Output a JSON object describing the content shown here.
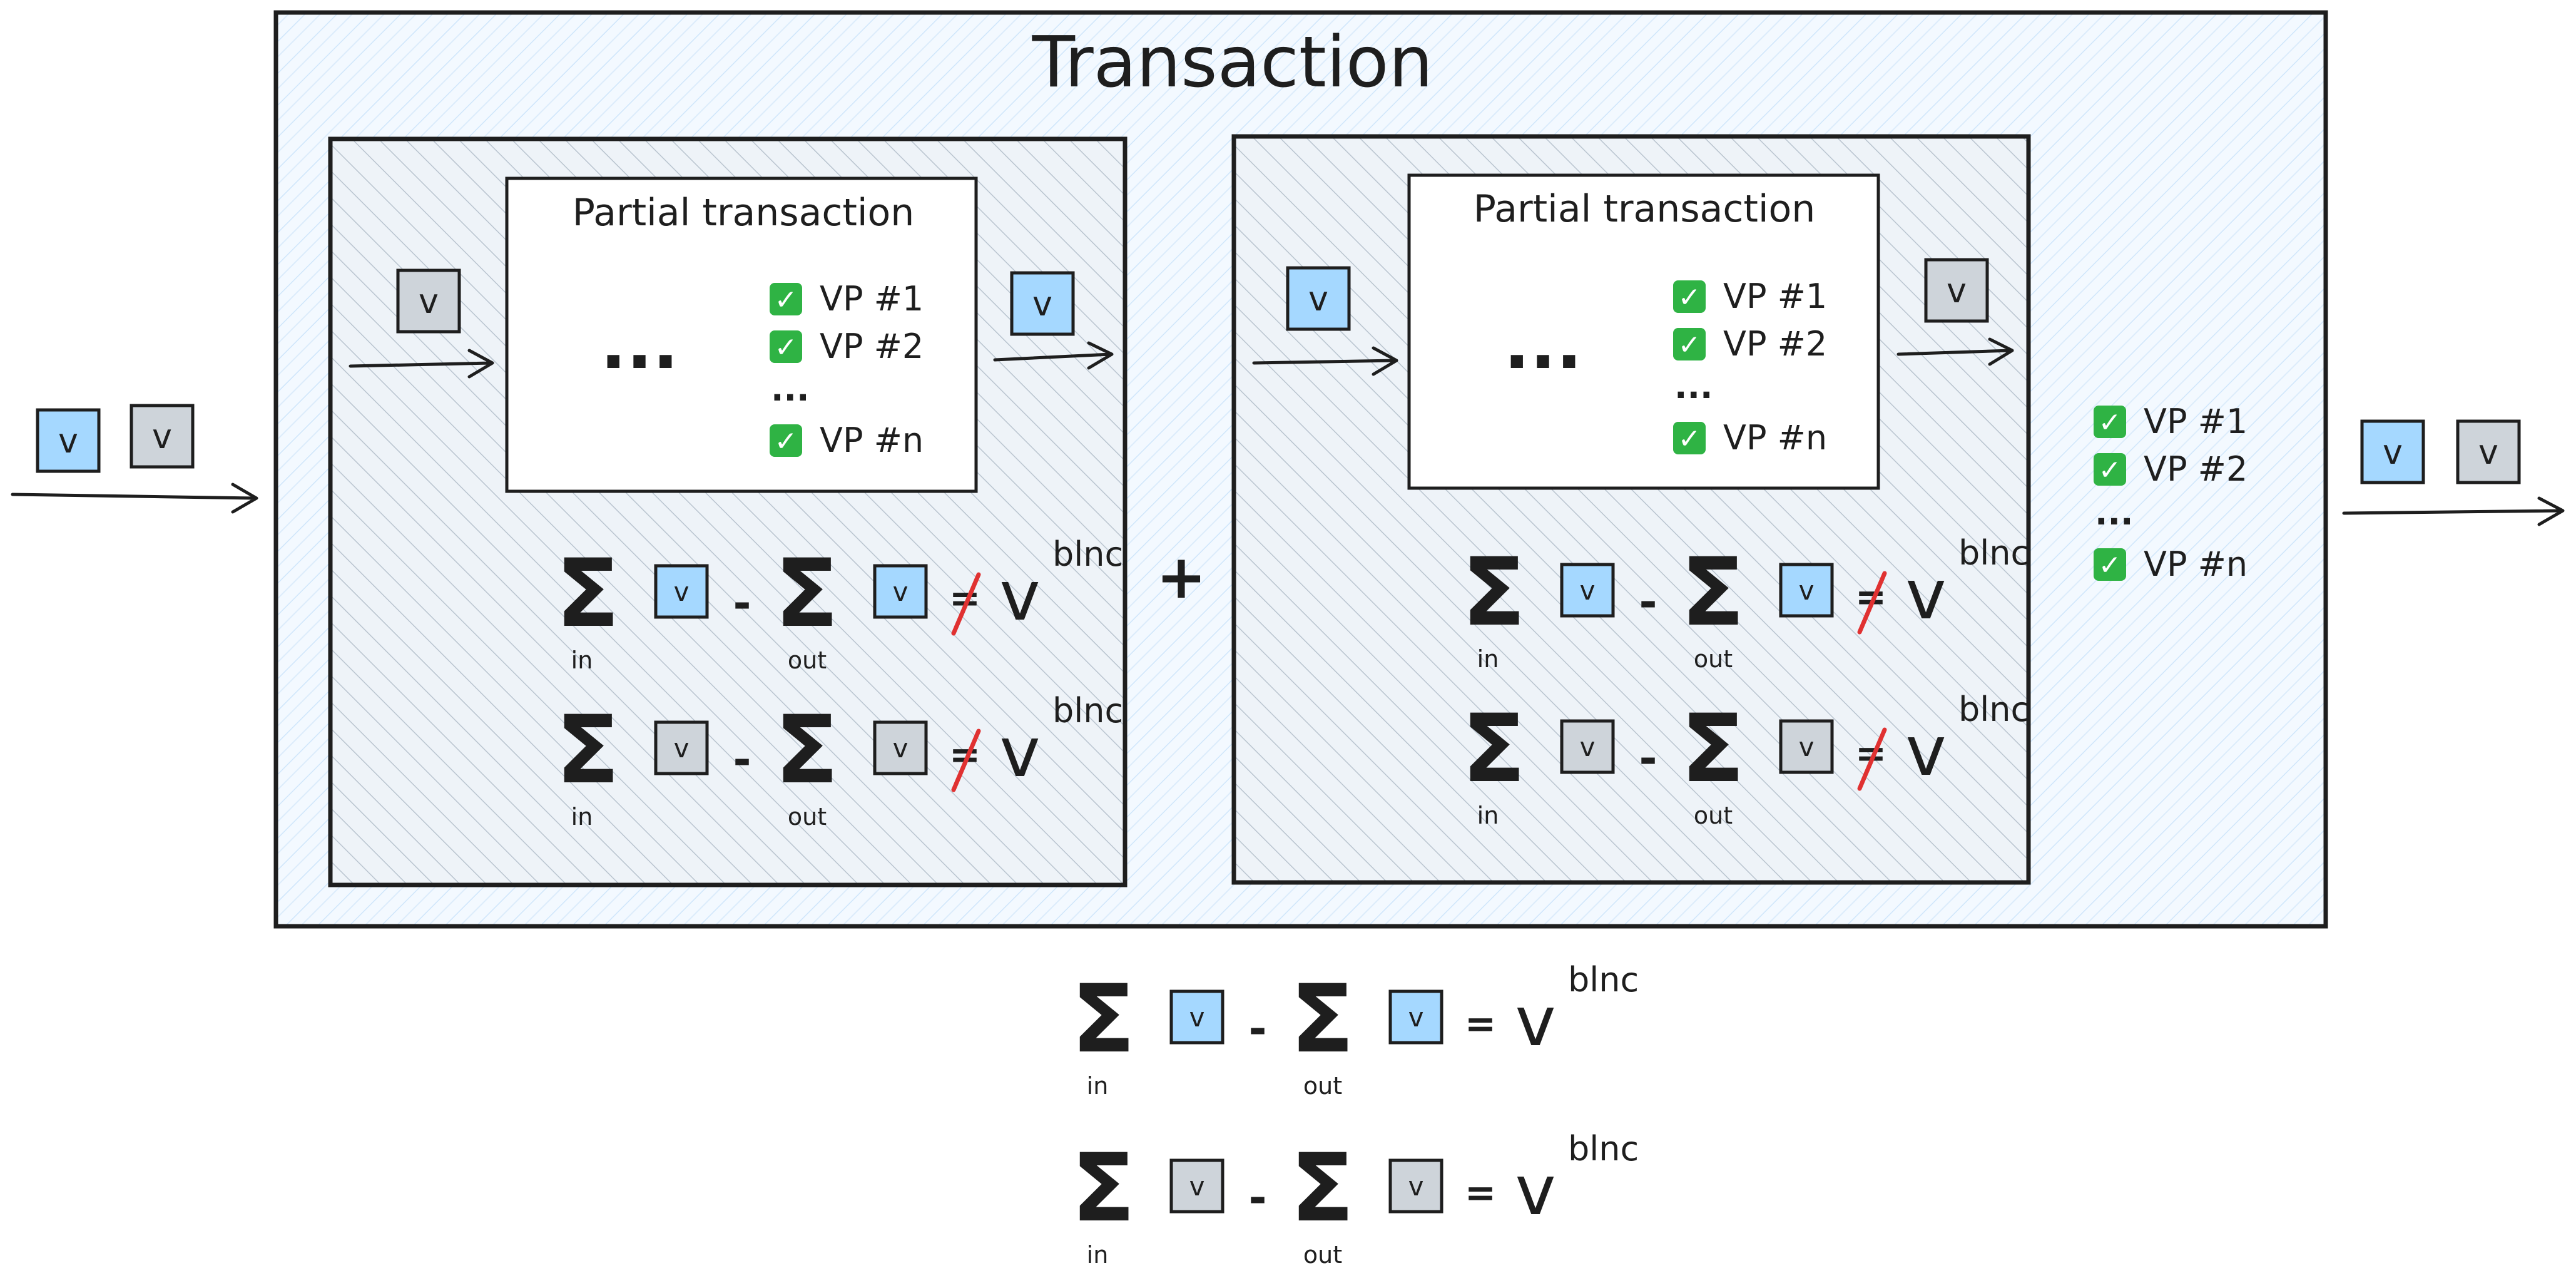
{
  "title": "Transaction",
  "colors": {
    "ink": "#1e1e1e",
    "blue_token": "#a5d8ff",
    "gray_token": "#ced4da",
    "tx_fill": "#e7f5ff",
    "ptx_fill": "#e9ecef",
    "check": "#2fb344",
    "strike": "#e03131"
  },
  "token": {
    "label": "v"
  },
  "symbols": {
    "sum": "Σ",
    "minus": "-",
    "equals": "=",
    "plus": "+",
    "check": "✓",
    "v": "v",
    "blnc": "blnc",
    "in": "in",
    "out": "out"
  },
  "partial_tx": [
    {
      "title": "Partial transaction",
      "body": "...",
      "vps": [
        "VP #1",
        "VP #2",
        "...",
        "VP #n"
      ]
    },
    {
      "title": "Partial transaction",
      "body": "...",
      "vps": [
        "VP #1",
        "VP #2",
        "...",
        "VP #n"
      ]
    }
  ],
  "tx_vps": [
    "VP #1",
    "VP #2",
    "...",
    "VP #n"
  ]
}
